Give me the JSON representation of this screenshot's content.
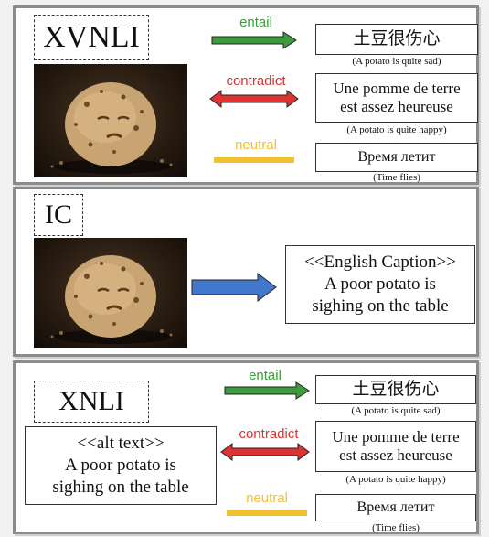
{
  "colors": {
    "entail": "#3c9b3c",
    "contradict": "#dd3333",
    "neutral": "#f5c02f",
    "caption_arrow": "#3f78cc",
    "panel_border": "#8c8c8c"
  },
  "xvnli": {
    "title": "XVNLI",
    "entail": {
      "label": "entail",
      "text": "土豆很伤心",
      "translation": "(A potato is quite sad)"
    },
    "contradict": {
      "label": "contradict",
      "text_line1": "Une pomme de terre",
      "text_line2": "est assez heureuse",
      "translation": "(A potato is quite happy)"
    },
    "neutral": {
      "label": "neutral",
      "text": "Время летит",
      "translation": "(Time flies)"
    }
  },
  "ic": {
    "title": "IC",
    "caption_header": "<<English Caption>>",
    "caption_line1": "A poor potato is",
    "caption_line2": "sighing on the table"
  },
  "xnli": {
    "title": "XNLI",
    "alt_header": "<<alt text>>",
    "alt_line1": "A poor potato is",
    "alt_line2": "sighing on the table",
    "entail": {
      "label": "entail",
      "text": "土豆很伤心",
      "translation": "(A potato is quite sad)"
    },
    "contradict": {
      "label": "contradict",
      "text_line1": "Une pomme de terre",
      "text_line2": "est assez heureuse",
      "translation": "(A potato is quite happy)"
    },
    "neutral": {
      "label": "neutral",
      "text": "Время летит",
      "translation": "(Time flies)"
    }
  }
}
